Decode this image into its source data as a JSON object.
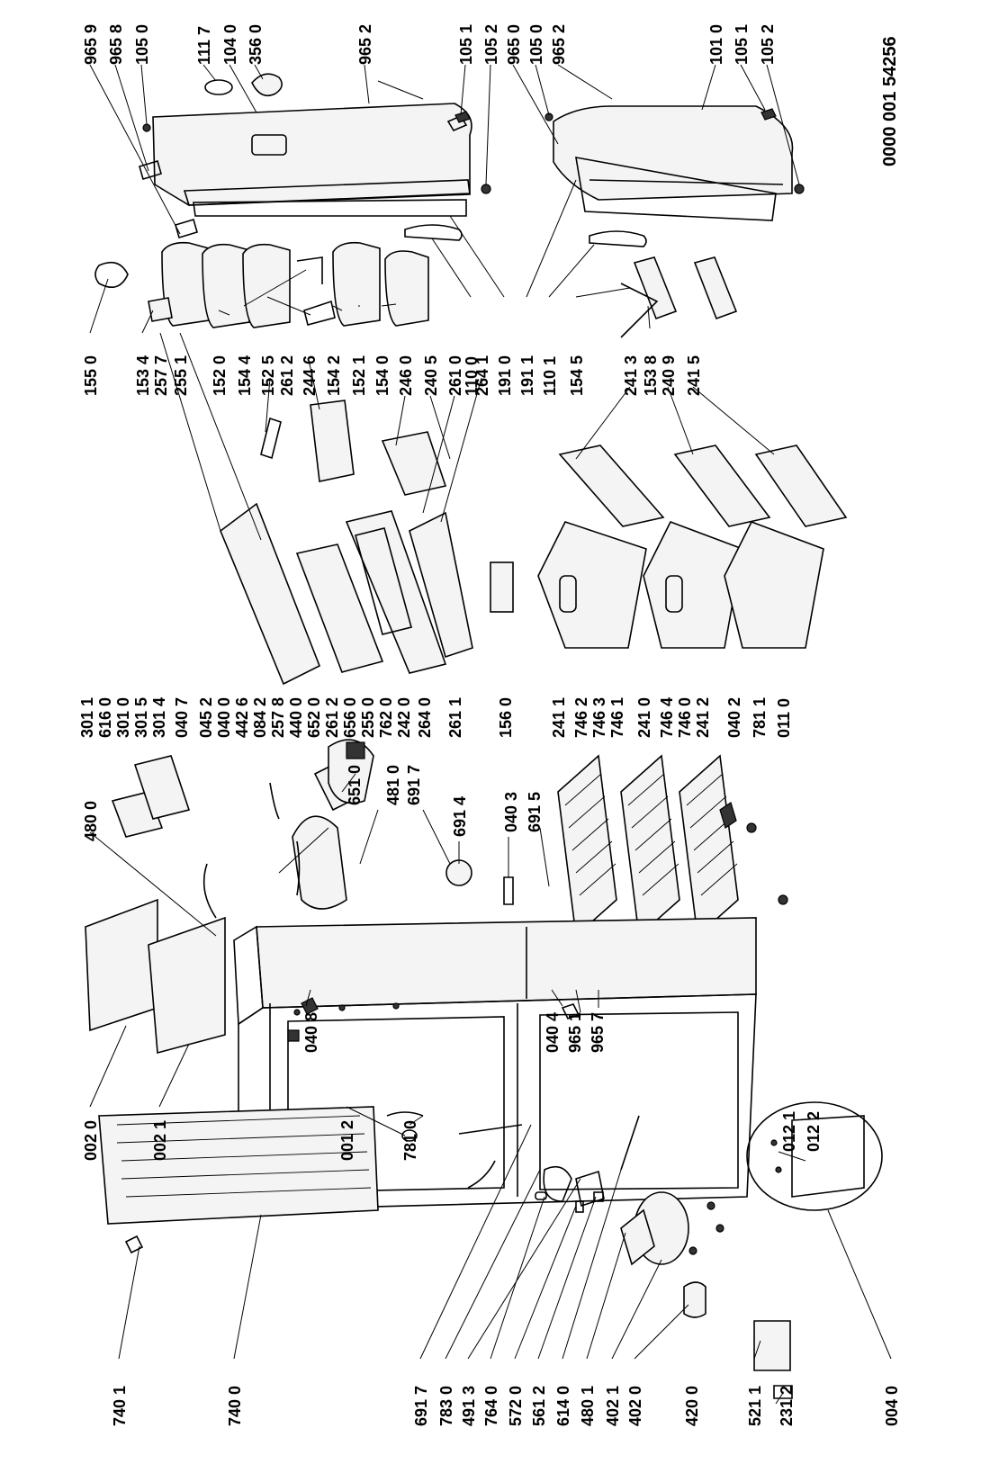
{
  "drawing_number": "0000 001 54256",
  "labels": {
    "top": [
      "965 9",
      "965 8",
      "105 0",
      "111 7",
      "104 0",
      "356 0",
      "965 2",
      "105 1",
      "105 2",
      "965 0",
      "105 0",
      "965 2",
      "101 0",
      "105 1",
      "105 2"
    ],
    "row2": [
      "155 0",
      "153 4",
      "257 7",
      "255 1",
      "152 0",
      "154 4",
      "152 5",
      "261 2",
      "244 6",
      "154 2",
      "152 1",
      "154 0",
      "246 0",
      "240 5",
      "261 0",
      "110 0",
      "264 1",
      "191 0",
      "191 1",
      "110 1",
      "154 5",
      "241 3",
      "153 8",
      "240 9",
      "241 5"
    ],
    "row3": [
      "301 1",
      "616 0",
      "301 0",
      "301 5",
      "301 4",
      "040 7",
      "045 2",
      "040 0",
      "442 6",
      "084 2",
      "257 8",
      "440 0",
      "652 0",
      "261 2",
      "656 0",
      "255 0",
      "762 0",
      "242 0",
      "264 0",
      "261 1",
      "156 0",
      "241 1",
      "746 2",
      "746 3",
      "746 1",
      "241 0",
      "746 4",
      "746 0",
      "241 2",
      "040 2",
      "781 1",
      "011 0"
    ],
    "row3b": [
      "480 0",
      "651 0",
      "481 0",
      "691 7",
      "691 4",
      "040 3",
      "691 5"
    ],
    "row4": [
      "002 0",
      "002 1",
      "001 2",
      "781 0",
      "040 8",
      "040 4",
      "965 1",
      "965 7",
      "012 1",
      "012 2"
    ],
    "bottom": [
      "740 1",
      "740 0",
      "691 7",
      "783 0",
      "491 3",
      "764 0",
      "572 0",
      "561 2",
      "614 0",
      "480 1",
      "402 1",
      "402 0",
      "420 0",
      "521 1",
      "231 2",
      "004 0"
    ]
  }
}
